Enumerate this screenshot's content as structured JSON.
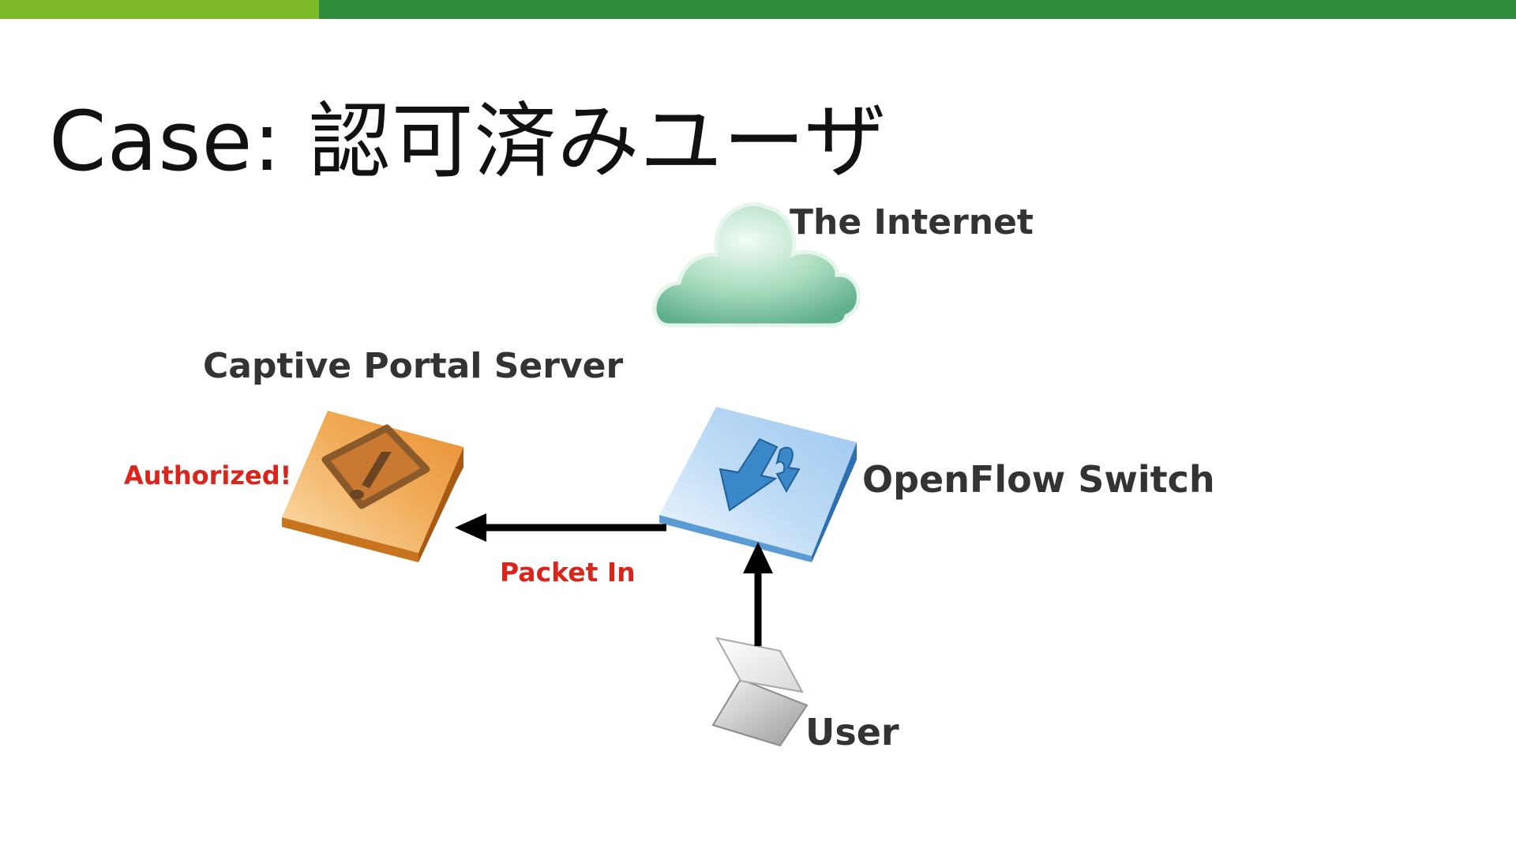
{
  "slide": {
    "title": "Case: 認可済みユーザ"
  },
  "nodes": {
    "internet": {
      "label": "The Internet",
      "icon": "cloud-icon"
    },
    "portal": {
      "label": "Captive Portal Server",
      "icon": "warning-server-icon"
    },
    "switch": {
      "label": "OpenFlow Switch",
      "icon": "openflow-switch-icon"
    },
    "user": {
      "label": "User",
      "icon": "laptop-icon"
    }
  },
  "annotations": {
    "authorized": "Authorized!",
    "packet_in": "Packet In"
  },
  "edges": [
    {
      "from": "user",
      "to": "switch"
    },
    {
      "from": "switch",
      "to": "portal",
      "label": "Packet In"
    }
  ],
  "colors": {
    "bar_light": "#7dbb2a",
    "bar_dark": "#2e8b3c",
    "label_text": "#333333",
    "annotation_red": "#d9261c",
    "title_text": "#111111"
  }
}
